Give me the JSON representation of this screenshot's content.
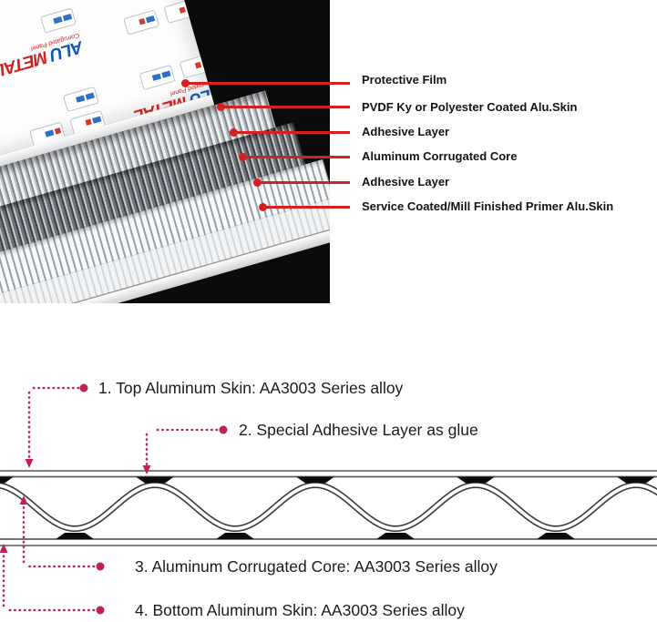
{
  "photo": {
    "brand": {
      "alu": "ALU",
      "metal": "METAL",
      "tagline": "Corrugated Panel"
    },
    "callouts": [
      {
        "label": "Protective Film"
      },
      {
        "label": "PVDF Ky or Polyester Coated Alu.Skin"
      },
      {
        "label": "Adhesive Layer"
      },
      {
        "label": "Aluminum Corrugated Core"
      },
      {
        "label": "Adhesive Layer"
      },
      {
        "label": "Service Coated/Mill Finished Primer Alu.Skin"
      }
    ],
    "accent_color": "#d42020"
  },
  "diagram": {
    "labels": [
      {
        "text": "1. Top Aluminum Skin: AA3003 Series alloy"
      },
      {
        "text": "2. Special Adhesive Layer as glue"
      },
      {
        "text": "3. Aluminum Corrugated Core: AA3003 Series alloy"
      },
      {
        "text": "4. Bottom Aluminum Skin: AA3003 Series alloy"
      }
    ],
    "accent_color": "#bf2156",
    "skin_color": "#6f6f6f",
    "core_color": "#3a3a3a",
    "adhesive_color": "#0c0c0c"
  }
}
